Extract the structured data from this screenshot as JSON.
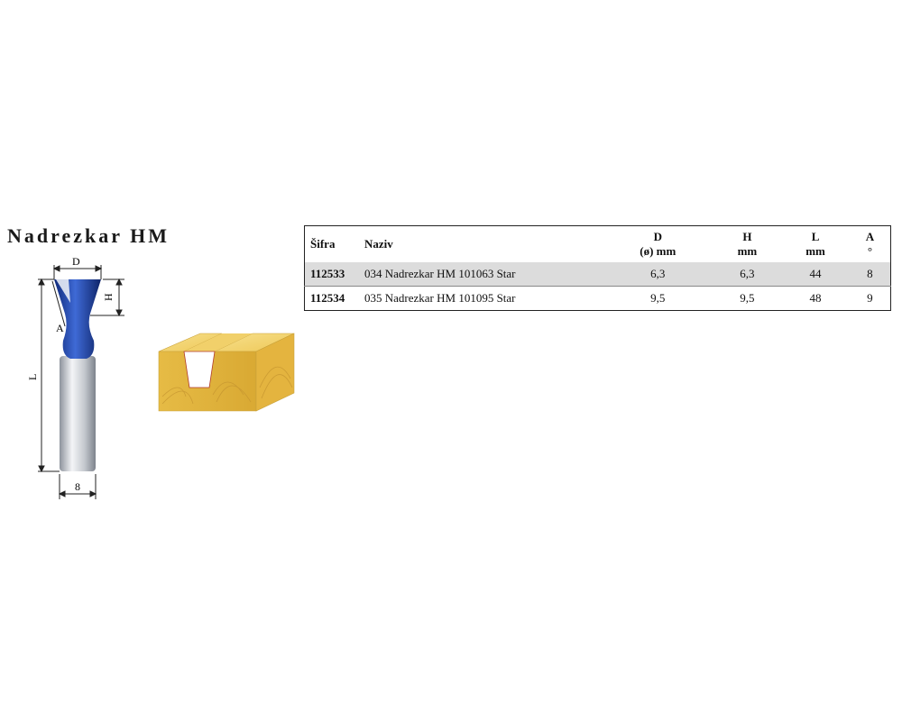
{
  "title": "Nadrezkar HM",
  "drawing": {
    "label_d": "D",
    "label_h": "H",
    "label_a": "A",
    "label_l": "L",
    "label_shank": "8"
  },
  "table": {
    "headers": {
      "code": "Šifra",
      "name": "Naziv",
      "d": "D",
      "d_unit": "(ø) mm",
      "h": "H",
      "h_unit": "mm",
      "l": "L",
      "l_unit": "mm",
      "a": "A",
      "a_unit": "°"
    },
    "rows": [
      {
        "code": "112533",
        "name": "034 Nadrezkar HM 101063 Star",
        "d": "6,3",
        "h": "6,3",
        "l": "44",
        "a": "8"
      },
      {
        "code": "112534",
        "name": "035 Nadrezkar HM 101095 Star",
        "d": "9,5",
        "h": "9,5",
        "l": "48",
        "a": "9"
      }
    ]
  },
  "colors": {
    "blade_blue": "#1f3fa8",
    "shank_gray": "#c9ccd2",
    "wood_yellow": "#f3d77a",
    "row_shade": "#dcdcdc"
  }
}
